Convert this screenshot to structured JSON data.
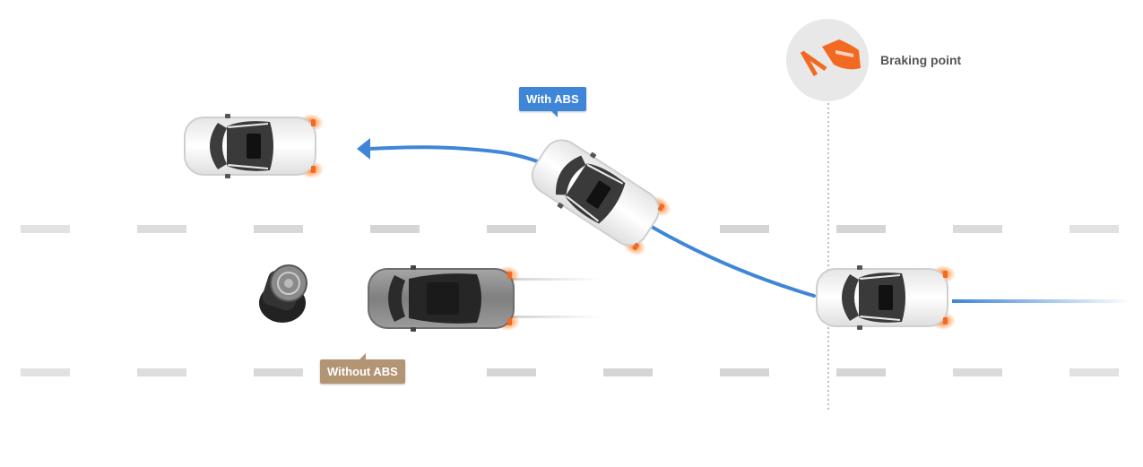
{
  "labels": {
    "with_abs": "With ABS",
    "without_abs": "Without ABS",
    "braking_point": "Braking point"
  },
  "colors": {
    "with_abs_path": "#3f86d8",
    "with_abs_callout": "#3f86d8",
    "without_abs_callout": "#b39574",
    "brake_icon": "#f26a21",
    "lane_marking": "#dcdcdc",
    "braking_line": "#aaaaaa",
    "car_white": "#f4f4f4",
    "car_grey": "#8c8c8c"
  },
  "icons": [
    "brake-pedal-icon",
    "bollard-obstacle-icon",
    "arrow-head-icon"
  ]
}
